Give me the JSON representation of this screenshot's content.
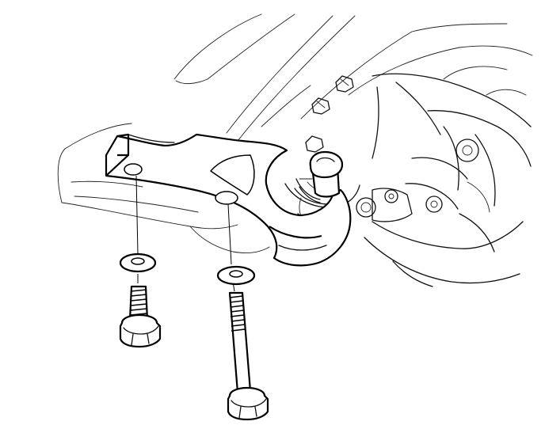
{
  "colors": {
    "line": "#000000",
    "background": "#ffffff"
  },
  "parts": [
    {
      "name": "bracket"
    },
    {
      "name": "washer"
    },
    {
      "name": "short-bolt"
    },
    {
      "name": "washer"
    },
    {
      "name": "long-bolt"
    },
    {
      "name": "pivot-bolt"
    }
  ]
}
